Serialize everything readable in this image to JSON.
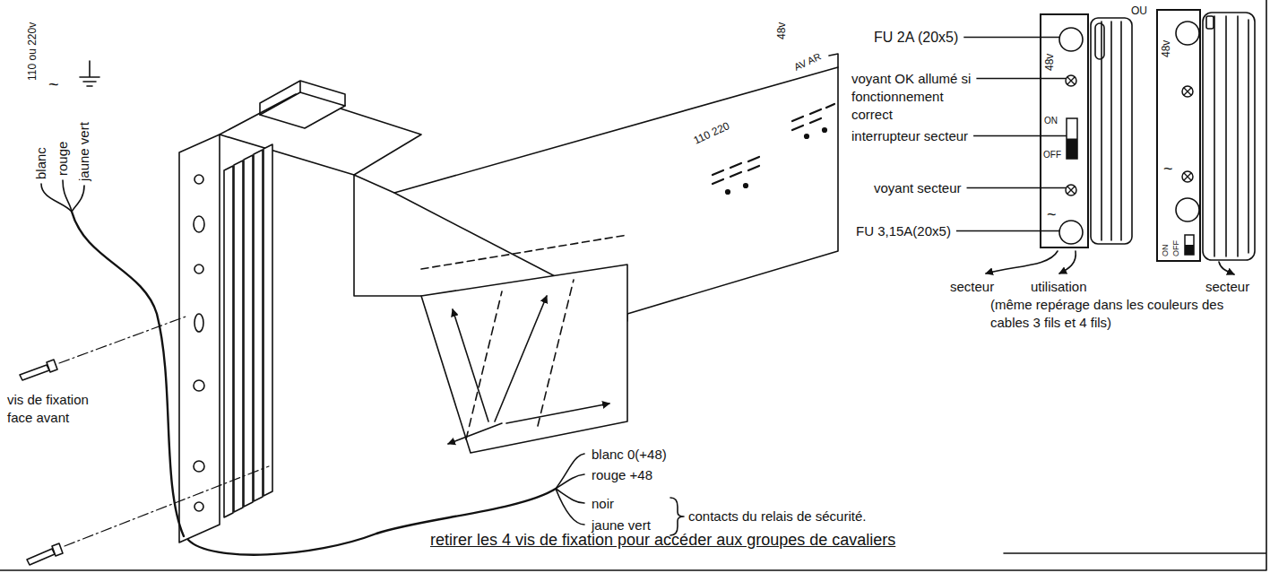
{
  "diagram": {
    "nodes": [
      {
        "text": [
          "48v",
          "~",
          "ON",
          "OFF"
        ]
      },
      {
        "text": [
          "48v",
          "~",
          "ON",
          "OFF"
        ]
      }
    ],
    "labels": [
      "110 ou 220v",
      "~",
      "blanc",
      "rouge",
      "jaune vert",
      "vis de fixation face avant",
      "110 220",
      "48v",
      "AV AR",
      "blanc 0(+48)",
      "rouge +48",
      "noir",
      "jaune vert",
      "contacts du relais de sécurité.",
      "retirer les 4 vis de fixation pour accéder aux groupes de cavaliers",
      "FU 2A (20x5)",
      "voyant OK allumé si fonctionnement correct",
      "interrupteur secteur",
      "voyant secteur",
      "FU 3,15A(20x5)",
      "OU",
      "secteur",
      "utilisation",
      "(même repérage dans les couleurs des cables 3 fils et 4 fils)",
      "secteur"
    ]
  }
}
